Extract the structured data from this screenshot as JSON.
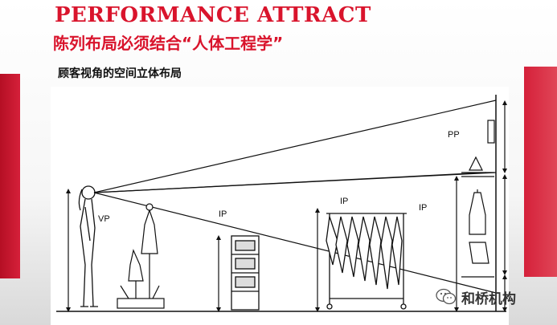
{
  "header": {
    "title": "PERFORMANCE ATTRACT",
    "subtitle": "陈列布局必须结合“人体工程学”"
  },
  "diagram": {
    "title": "顾客视角的空间立体布局",
    "labels": {
      "vp": "VP",
      "ip_left": "IP",
      "ip_center": "IP",
      "ip_right": "IP",
      "pp": "PP"
    }
  },
  "watermark": {
    "text": "和桥机构",
    "icon": "wechat-icon"
  },
  "colors": {
    "brand_red": "#d9142c",
    "accent_bar": "#c8102e",
    "line": "#111111"
  }
}
